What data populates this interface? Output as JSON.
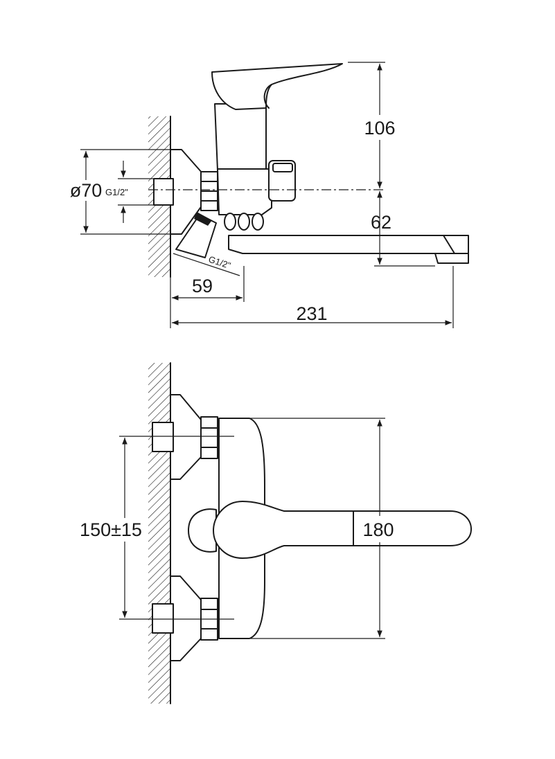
{
  "drawing": {
    "side_view": {
      "height_label": "106",
      "outlet_label": "62",
      "diameter_label": "ø70",
      "thread_label_inlet": "G1/2\"",
      "thread_label_shower": "G1/2\"",
      "offset_label": "59",
      "length_label": "231"
    },
    "front_view": {
      "spacing_label": "150±15",
      "width_label": "180"
    },
    "colors": {
      "line": "#1a1a1a",
      "background": "#ffffff"
    }
  }
}
